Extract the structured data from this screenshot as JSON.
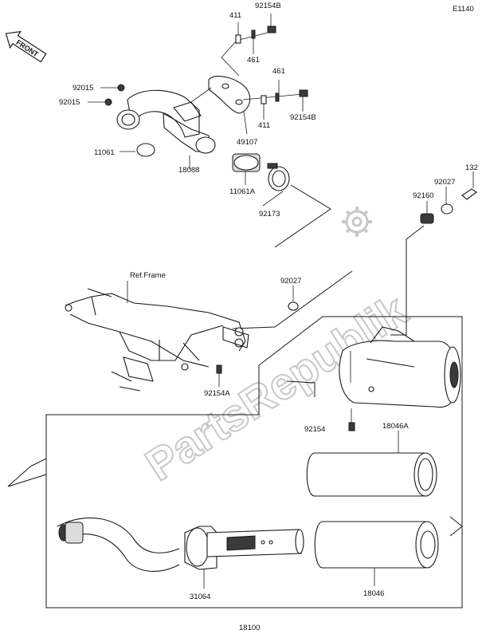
{
  "diagram_code": "E1140",
  "front_label": "FRONT",
  "watermark": "PartsRepublik",
  "ref_frame_label": "Ref.Frame",
  "parts": [
    {
      "id": "p411-top",
      "num": "411"
    },
    {
      "id": "p92154B-top",
      "num": "92154B"
    },
    {
      "id": "p461-top",
      "num": "461"
    },
    {
      "id": "p461-right",
      "num": "461"
    },
    {
      "id": "p92154B-right",
      "num": "92154B"
    },
    {
      "id": "p411-right",
      "num": "411"
    },
    {
      "id": "p49107",
      "num": "49107"
    },
    {
      "id": "p92015-a",
      "num": "92015"
    },
    {
      "id": "p92015-b",
      "num": "92015"
    },
    {
      "id": "p11061",
      "num": "11061"
    },
    {
      "id": "p18088",
      "num": "18088"
    },
    {
      "id": "p11061A",
      "num": "11061A"
    },
    {
      "id": "p92173",
      "num": "92173"
    },
    {
      "id": "p132",
      "num": "132"
    },
    {
      "id": "p92027-top",
      "num": "92027"
    },
    {
      "id": "p92160",
      "num": "92160"
    },
    {
      "id": "p92027-mid",
      "num": "92027"
    },
    {
      "id": "p92154A",
      "num": "92154A"
    },
    {
      "id": "p92154",
      "num": "92154"
    },
    {
      "id": "p18046A",
      "num": "18046A"
    },
    {
      "id": "p18046",
      "num": "18046"
    },
    {
      "id": "p31064",
      "num": "31064"
    },
    {
      "id": "p18100",
      "num": "18100"
    }
  ]
}
